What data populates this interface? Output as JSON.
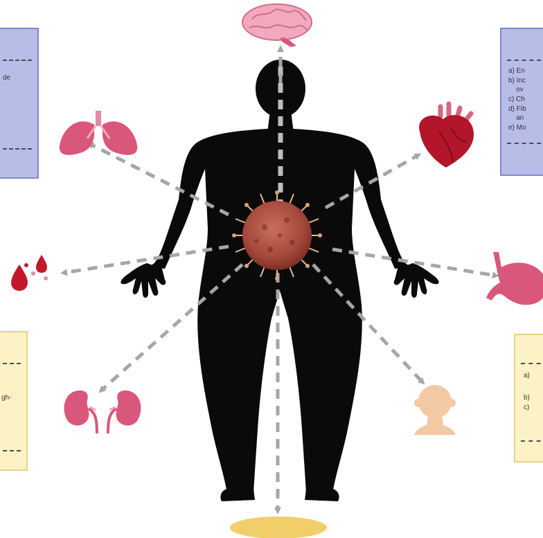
{
  "panels": {
    "top_left": {
      "line1": "de"
    },
    "top_right": {
      "lines": [
        "a) En",
        "b) Inc",
        "    ov",
        "c) Ch",
        "d) Fib",
        "    an",
        "e) Mo"
      ]
    },
    "bottom_left": {
      "line1": "gh-"
    },
    "bottom_right": {
      "lines": [
        "a)",
        "b)",
        "c)"
      ]
    }
  },
  "colors": {
    "silhouette": "#0a0a0a",
    "organ_pink": "#d9577a",
    "arrow_grey": "#a6a6a6",
    "virus": "#a5483a",
    "panel_blue": "#b8bde8",
    "panel_yellow": "#fdf2c6"
  },
  "icons": [
    "brain-icon",
    "lungs-icon",
    "heart-icon",
    "blood-drops-icon",
    "stomach-icon",
    "kidneys-icon",
    "infant-head-icon",
    "placenta-icon",
    "virus-icon"
  ]
}
